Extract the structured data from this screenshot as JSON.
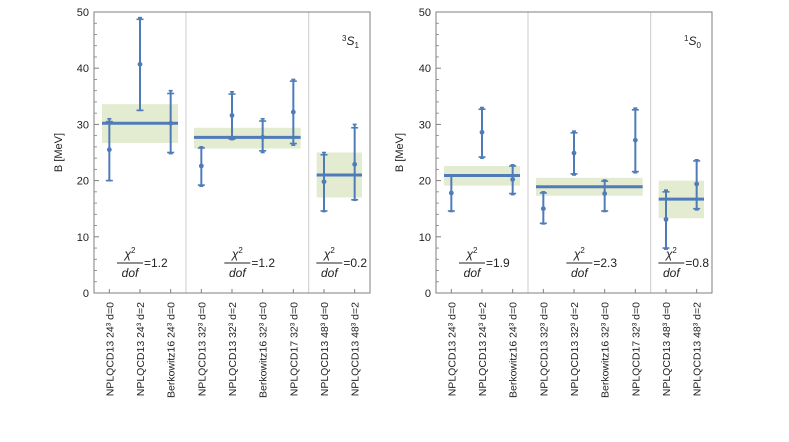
{
  "chart_data": [
    {
      "type": "scatter",
      "panel": "left",
      "annotation": {
        "sup": "3",
        "letter": "S",
        "sub": "1"
      },
      "ylabel": "B [MeV]",
      "ylim": [
        0,
        50
      ],
      "yticks": [
        0,
        10,
        20,
        30,
        40,
        50
      ],
      "categories": [
        "NPLQCD13 24³ d=0",
        "NPLQCD13 24³ d=2",
        "Berkowitz16 24³ d=0",
        "NPLQCD13 32³ d=0",
        "NPLQCD13 32³ d=2",
        "Berkowitz16 32³ d=0",
        "NPLQCD17 32³ d=0",
        "NPLQCD13 48³ d=0",
        "NPLQCD13 48³ d=2"
      ],
      "points": [
        {
          "y": 25.5,
          "inner": [
            20.0,
            30.5
          ],
          "outer": [
            20.0,
            31.0
          ]
        },
        {
          "y": 40.7,
          "inner": [
            32.5,
            48.7
          ],
          "outer": [
            32.5,
            49.0
          ]
        },
        {
          "y": 30.2,
          "inner": [
            25.0,
            35.5
          ],
          "outer": [
            24.8,
            36.0
          ]
        },
        {
          "y": 22.6,
          "inner": [
            19.2,
            25.8
          ],
          "outer": [
            19.0,
            26.0
          ]
        },
        {
          "y": 31.6,
          "inner": [
            27.4,
            35.4
          ],
          "outer": [
            27.3,
            35.8
          ]
        },
        {
          "y": 27.7,
          "inner": [
            25.3,
            30.6
          ],
          "outer": [
            25.0,
            31.0
          ]
        },
        {
          "y": 32.2,
          "inner": [
            26.6,
            37.7
          ],
          "outer": [
            26.3,
            38.0
          ]
        },
        {
          "y": 19.8,
          "inner": [
            14.6,
            24.6
          ],
          "outer": [
            14.5,
            25.0
          ]
        },
        {
          "y": 22.9,
          "inner": [
            16.6,
            29.4
          ],
          "outer": [
            16.5,
            30.0
          ]
        }
      ],
      "groups": [
        {
          "members": [
            0,
            2
          ],
          "fit": 30.2,
          "band": [
            26.7,
            33.6
          ],
          "chi2_value": "=1.2"
        },
        {
          "members": [
            3,
            6
          ],
          "fit": 27.7,
          "band": [
            25.7,
            29.4
          ],
          "chi2_value": "=1.2"
        },
        {
          "members": [
            7,
            8
          ],
          "fit": 21.0,
          "band": [
            17.0,
            25.0
          ],
          "chi2_value": "=0.2"
        }
      ]
    },
    {
      "type": "scatter",
      "panel": "right",
      "annotation": {
        "sup": "1",
        "letter": "S",
        "sub": "0"
      },
      "ylabel": "B [MeV]",
      "ylim": [
        0,
        50
      ],
      "yticks": [
        0,
        10,
        20,
        30,
        40,
        50
      ],
      "categories": [
        "NPLQCD13 24³ d=0",
        "NPLQCD13 24³ d=2",
        "Berkowitz16 24³ d=0",
        "NPLQCD13 32³ d=0",
        "NPLQCD13 32³ d=2",
        "Berkowitz16 32³ d=0",
        "NPLQCD17 32³ d=0",
        "NPLQCD13 48³ d=0",
        "NPLQCD13 48³ d=2"
      ],
      "points": [
        {
          "y": 17.8,
          "inner": [
            14.6,
            20.8
          ],
          "outer": [
            14.5,
            21.0
          ]
        },
        {
          "y": 28.6,
          "inner": [
            24.2,
            32.7
          ],
          "outer": [
            24.0,
            33.0
          ]
        },
        {
          "y": 20.2,
          "inner": [
            17.7,
            22.6
          ],
          "outer": [
            17.5,
            22.8
          ]
        },
        {
          "y": 15.0,
          "inner": [
            12.4,
            17.8
          ],
          "outer": [
            12.3,
            18.0
          ]
        },
        {
          "y": 24.9,
          "inner": [
            21.2,
            28.5
          ],
          "outer": [
            21.0,
            28.8
          ]
        },
        {
          "y": 17.7,
          "inner": [
            14.6,
            19.9
          ],
          "outer": [
            14.5,
            20.1
          ]
        },
        {
          "y": 27.2,
          "inner": [
            21.6,
            32.6
          ],
          "outer": [
            21.4,
            32.9
          ]
        },
        {
          "y": 13.1,
          "inner": [
            8.0,
            18.0
          ],
          "outer": [
            7.8,
            18.3
          ]
        },
        {
          "y": 19.4,
          "inner": [
            15.0,
            23.5
          ],
          "outer": [
            14.8,
            23.7
          ]
        }
      ],
      "groups": [
        {
          "members": [
            0,
            2
          ],
          "fit": 20.9,
          "band": [
            19.1,
            22.6
          ],
          "chi2_value": "=1.9"
        },
        {
          "members": [
            3,
            6
          ],
          "fit": 18.9,
          "band": [
            17.3,
            20.5
          ],
          "chi2_value": "=2.3"
        },
        {
          "members": [
            7,
            8
          ],
          "fit": 16.7,
          "band": [
            13.3,
            20.0
          ],
          "chi2_value": "=0.8"
        }
      ]
    }
  ],
  "chi2_label": {
    "chi": "χ",
    "sup": "2",
    "den": "dof"
  },
  "colors": {
    "point": "#4f7cb8",
    "band": "#e3ebd1",
    "axis": "#7f7f7f",
    "separator": "#cccccc"
  }
}
